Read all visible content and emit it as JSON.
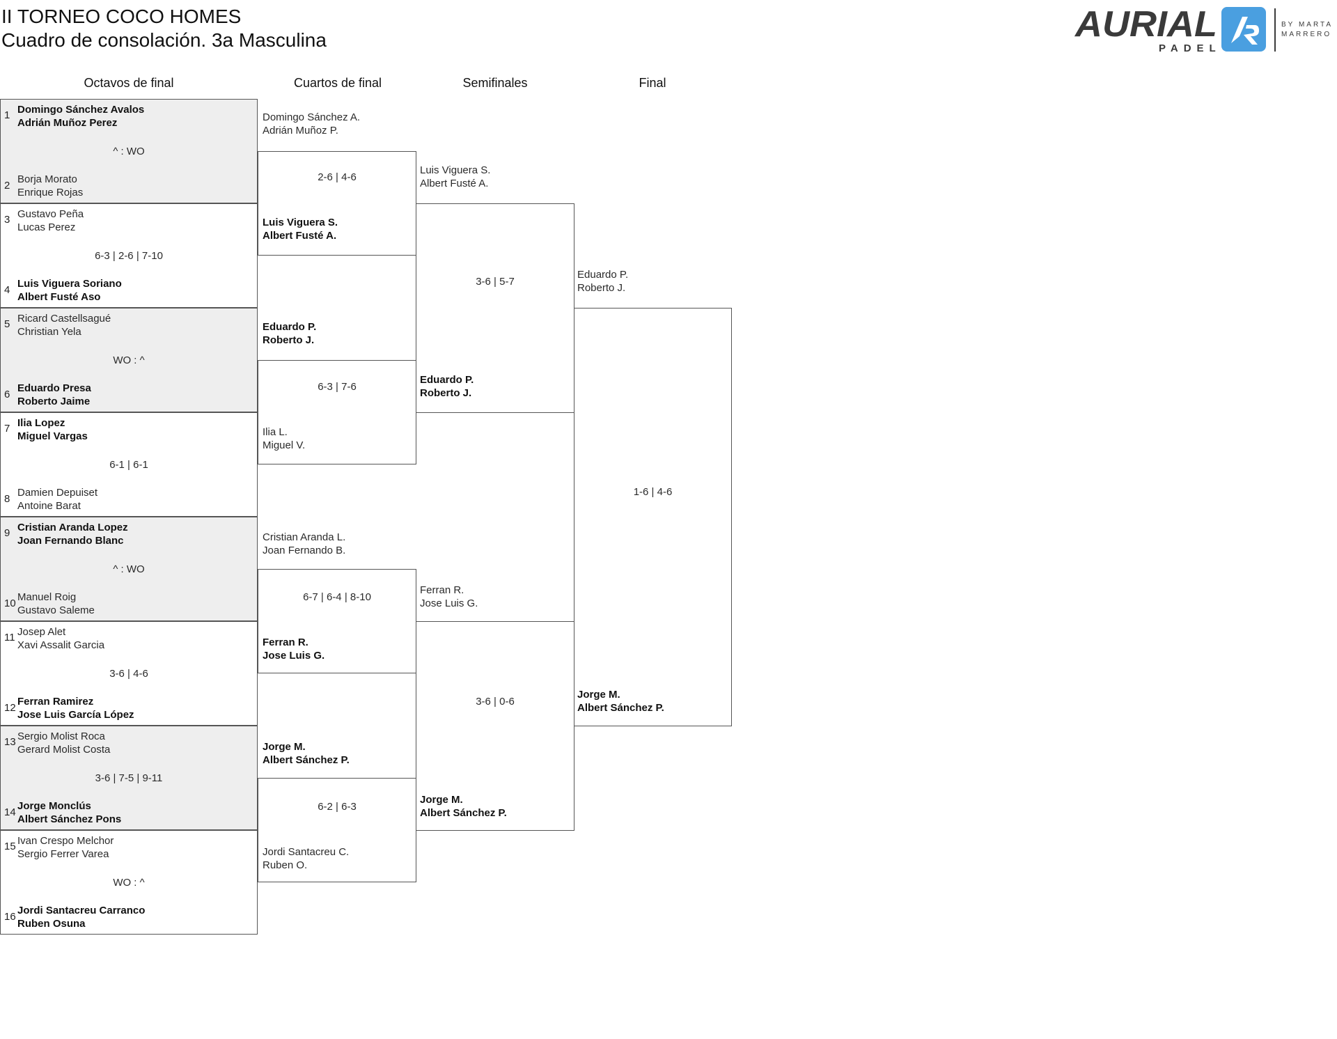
{
  "header": {
    "title": "II TORNEO COCO HOMES",
    "subtitle": "Cuadro de consolación. 3a Masculina"
  },
  "logo": {
    "text": "AURIAL",
    "sub": "PADEL",
    "by": "BY MARTA MARRERO",
    "brand_color": "#4a9fe0"
  },
  "rounds": [
    "Octavos de final",
    "Cuartos de final",
    "Semifinales",
    "Final"
  ],
  "round_of_16": [
    {
      "seed_top": "1",
      "top": [
        "Domingo Sánchez Avalos",
        "Adrián Muñoz Perez"
      ],
      "score": "^ : WO",
      "seed_bottom": "2",
      "bottom": [
        "Borja Morato",
        "Enrique Rojas"
      ],
      "winner": "top"
    },
    {
      "seed_top": "3",
      "top": [
        "Gustavo Peña",
        "Lucas Perez"
      ],
      "score": "6-3 | 2-6 | 7-10",
      "seed_bottom": "4",
      "bottom": [
        "Luis Viguera Soriano",
        "Albert Fusté Aso"
      ],
      "winner": "bottom"
    },
    {
      "seed_top": "5",
      "top": [
        "Ricard Castellsagué",
        "Christian Yela"
      ],
      "score": "WO : ^",
      "seed_bottom": "6",
      "bottom": [
        "Eduardo Presa",
        "Roberto Jaime"
      ],
      "winner": "bottom"
    },
    {
      "seed_top": "7",
      "top": [
        "Ilia Lopez",
        "Miguel Vargas"
      ],
      "score": "6-1 | 6-1",
      "seed_bottom": "8",
      "bottom": [
        "Damien Depuiset",
        "Antoine Barat"
      ],
      "winner": "top"
    },
    {
      "seed_top": "9",
      "top": [
        "Cristian Aranda Lopez",
        "Joan Fernando Blanc"
      ],
      "score": "^ : WO",
      "seed_bottom": "10",
      "bottom": [
        "Manuel Roig",
        "Gustavo Saleme"
      ],
      "winner": "top"
    },
    {
      "seed_top": "11",
      "top": [
        "Josep Alet",
        "Xavi Assalit Garcia"
      ],
      "score": "3-6 | 4-6",
      "seed_bottom": "12",
      "bottom": [
        "Ferran Ramirez",
        "Jose Luis García López"
      ],
      "winner": "bottom"
    },
    {
      "seed_top": "13",
      "top": [
        "Sergio Molist Roca",
        "Gerard Molist Costa"
      ],
      "score": "3-6 | 7-5 | 9-11",
      "seed_bottom": "14",
      "bottom": [
        "Jorge Monclús",
        "Albert Sánchez Pons"
      ],
      "winner": "bottom"
    },
    {
      "seed_top": "15",
      "top": [
        "Ivan Crespo Melchor",
        "Sergio Ferrer Varea"
      ],
      "score": "WO : ^",
      "seed_bottom": "16",
      "bottom": [
        "Jordi Santacreu Carranco",
        "Ruben Osuna"
      ],
      "winner": "bottom"
    }
  ],
  "quarterfinals": [
    {
      "top": [
        "Domingo Sánchez A.",
        "Adrián Muñoz P."
      ],
      "score": "2-6 | 4-6",
      "bottom": [
        "Luis Viguera S.",
        "Albert Fusté A."
      ],
      "winner": "bottom"
    },
    {
      "top": [
        "Eduardo P.",
        "Roberto J."
      ],
      "score": "6-3 | 7-6",
      "bottom": [
        "Ilia L.",
        "Miguel V."
      ],
      "winner": "top"
    },
    {
      "top": [
        "Cristian Aranda L.",
        "Joan Fernando B."
      ],
      "score": "6-7 | 6-4 | 8-10",
      "bottom": [
        "Ferran R.",
        "Jose Luis G."
      ],
      "winner": "bottom"
    },
    {
      "top": [
        "Jorge M.",
        "Albert Sánchez P."
      ],
      "score": "6-2 | 6-3",
      "bottom": [
        "Jordi Santacreu C.",
        "Ruben O."
      ],
      "winner": "top"
    }
  ],
  "semifinals": [
    {
      "top": [
        "Luis Viguera S.",
        "Albert Fusté A."
      ],
      "score": "3-6 | 5-7",
      "bottom": [
        "Eduardo P.",
        "Roberto J."
      ],
      "winner": "bottom"
    },
    {
      "top": [
        "Ferran R.",
        "Jose Luis G."
      ],
      "score": "3-6 | 0-6",
      "bottom": [
        "Jorge M.",
        "Albert Sánchez P."
      ],
      "winner": "bottom"
    }
  ],
  "final": {
    "top": [
      "Eduardo P.",
      "Roberto J."
    ],
    "score": "1-6 | 4-6",
    "bottom": [
      "Jorge M.",
      "Albert Sánchez P."
    ],
    "winner": "bottom"
  }
}
